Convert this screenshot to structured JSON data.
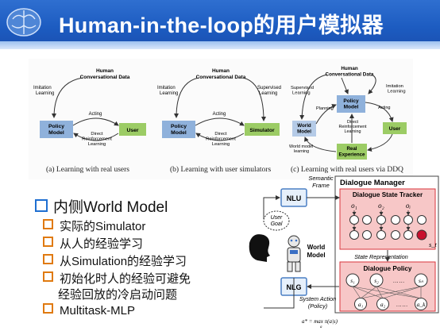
{
  "slide": {
    "title": "Human-in-the-loop的用户模拟器",
    "logo_icon": "brain-icon"
  },
  "figures": [
    {
      "caption": "(a) Learning with real users",
      "data_label": [
        "Human",
        "Conversational Data"
      ],
      "left_arrow_label": [
        "Imitation",
        "Learning"
      ],
      "policy_label": [
        "Policy",
        "Model"
      ],
      "user_label": "User",
      "acting_label": "Acting",
      "rl_label": [
        "Direct",
        "Reinforcement",
        "Learning"
      ]
    },
    {
      "caption": "(b) Learning with user simulators",
      "data_label": [
        "Human",
        "Conversational Data"
      ],
      "left_arrow_label": [
        "Imitation",
        "Learning"
      ],
      "right_arrow_label": [
        "Supervised",
        "Learning"
      ],
      "policy_label": [
        "Policy",
        "Model"
      ],
      "sim_label": "Simulator",
      "acting_label": "Acting",
      "rl_label": [
        "Direct",
        "Reinforcement",
        "Learning"
      ]
    },
    {
      "caption": "(c) Learning with real users via DDQ",
      "data_label": [
        "Human",
        "Conversational Data"
      ],
      "left_arrow_label": [
        "Supervised",
        "Learning"
      ],
      "right_arrow_label": [
        "Imitation",
        "Learning"
      ],
      "policy_label": [
        "Policy",
        "Model"
      ],
      "world_label": [
        "World",
        "Model"
      ],
      "user_label": "User",
      "real_label": [
        "Real",
        "Experience"
      ],
      "planning_label": "Planning",
      "acting_label": "Acting",
      "rl_label": [
        "Direct",
        "Reinforcement",
        "Learning"
      ],
      "wml_label": [
        "World model",
        "learning"
      ]
    }
  ],
  "bullets": {
    "main": "内侧World Model",
    "items": [
      "实际的Simulator",
      "从人的经验学习",
      "从Simulation的经验学习",
      "初始化时人的经验可避免",
      "经验回放的冷启动问题",
      "Multitask-MLP"
    ]
  },
  "dm": {
    "title": "Dialogue Manager",
    "tracker_title": "Dialogue State Tracker",
    "policy_title": "Dialogue Policy",
    "state_rep": "State Representation",
    "nlu": "NLU",
    "nlg": "NLG",
    "semantic_frame": [
      "Semantic",
      "Frame"
    ],
    "user_goal": [
      "User",
      "Goal"
    ],
    "world_model": [
      "World",
      "Model"
    ],
    "system_action": [
      "System Action",
      "(Policy)"
    ],
    "formula": "a* = max π(a|s)",
    "formula_sub": "a",
    "o_labels": [
      "o₁",
      "o₂",
      "oᵢ"
    ],
    "s_t": "s_t",
    "s_labels": [
      "s₁",
      "s₂",
      "sₙ"
    ],
    "a_labels": [
      "a₁",
      "a₂",
      "a_k"
    ],
    "ellipsis": "……"
  },
  "colors": {
    "header": "#1d5cc1",
    "policy_box": "#8fb1db",
    "green_box": "#9ccc65",
    "pink_panel": "#f7c7c7",
    "pink_border": "#d9363e",
    "bullet_main": "#1f6fd1",
    "bullet_sub": "#e07a10"
  }
}
